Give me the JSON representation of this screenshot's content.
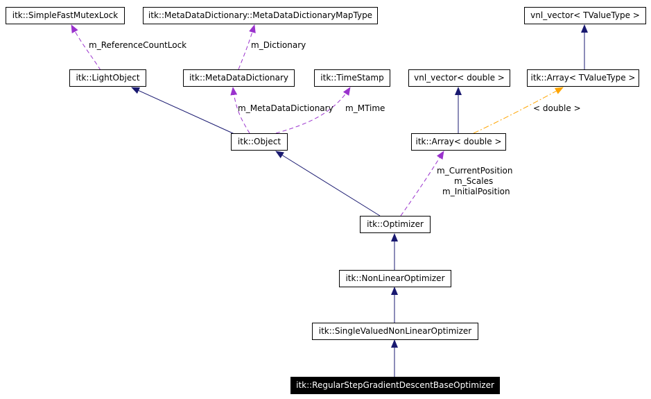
{
  "nodes": {
    "simple_fast_mutex_lock": "itk::SimpleFastMutexLock",
    "meta_data_dictionary_map_type": "itk::MetaDataDictionary::MetaDataDictionaryMapType",
    "vnl_vector_tvaluetype": "vnl_vector< TValueType >",
    "light_object": "itk::LightObject",
    "meta_data_dictionary": "itk::MetaDataDictionary",
    "time_stamp": "itk::TimeStamp",
    "vnl_vector_double": "vnl_vector< double >",
    "array_tvaluetype": "itk::Array< TValueType >",
    "object": "itk::Object",
    "array_double": "itk::Array< double >",
    "optimizer": "itk::Optimizer",
    "non_linear_optimizer": "itk::NonLinearOptimizer",
    "single_valued_non_linear_optimizer": "itk::SingleValuedNonLinearOptimizer",
    "regular_step_gradient_descent_base_optimizer": "itk::RegularStepGradientDescentBaseOptimizer"
  },
  "edge_labels": {
    "reference_count_lock": "m_ReferenceCountLock",
    "dictionary": "m_Dictionary",
    "meta_data_dictionary_member": "m_MetaDataDictionary",
    "mtime": "m_MTime",
    "template_double": "< double >",
    "current_position": "m_CurrentPosition",
    "scales": "m_Scales",
    "initial_position": "m_InitialPosition"
  },
  "colors": {
    "inheritance": "#191970",
    "usage": "#9a32cd",
    "template": "#ffa500",
    "current_node_bg": "#000000",
    "current_node_text": "#ffffff"
  }
}
